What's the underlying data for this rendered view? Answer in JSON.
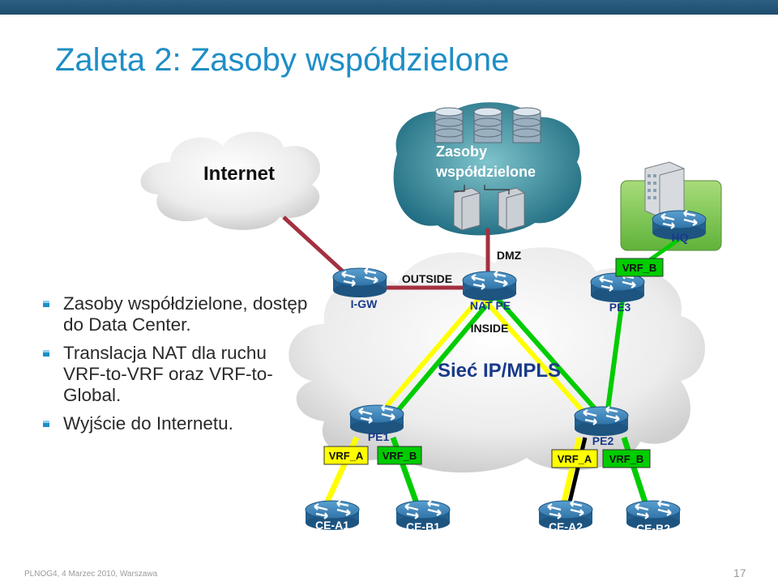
{
  "slide": {
    "title": "Zaleta 2: Zasoby współdzielone",
    "footer": "PLNOG4, 4 Marzec 2010, Warszawa",
    "page_number": "17"
  },
  "bullets": [
    {
      "text": "Zasoby współdzielone, dostęp do Data Center."
    },
    {
      "text": "Translacja NAT dla ruchu VRF-to-VRF oraz VRF-to-Global."
    },
    {
      "text": "Wyjście do Internetu."
    }
  ],
  "diagram": {
    "internet_label": "Internet",
    "shared_label_line1": "Zasoby",
    "shared_label_line2": "współdzielone",
    "dmz_label": "DMZ",
    "outside_label": "OUTSIDE",
    "inside_label": "INSIDE",
    "network_label": "Sieć IP/MPLS",
    "routers": {
      "igw": "I-GW",
      "natpe": "NAT PE",
      "pe1": "PE1",
      "pe2": "PE2",
      "pe3": "PE3",
      "hq": "HQ",
      "cea1": "CE-A1",
      "ceb1": "CE-B1",
      "cea2": "CE-A2",
      "ceb2": "CE-B2"
    },
    "vrf_labels": {
      "pe1_a": "VRF_A",
      "pe1_b": "VRF_B",
      "pe2_a": "VRF_A",
      "pe2_b": "VRF_B",
      "pe3_b": "VRF_B"
    }
  },
  "colors": {
    "title": "#1f8ec6",
    "vrf_a": "#ffff00",
    "vrf_b": "#00cc00",
    "internet_link": "#a33040",
    "router": "#1f6aa0"
  }
}
